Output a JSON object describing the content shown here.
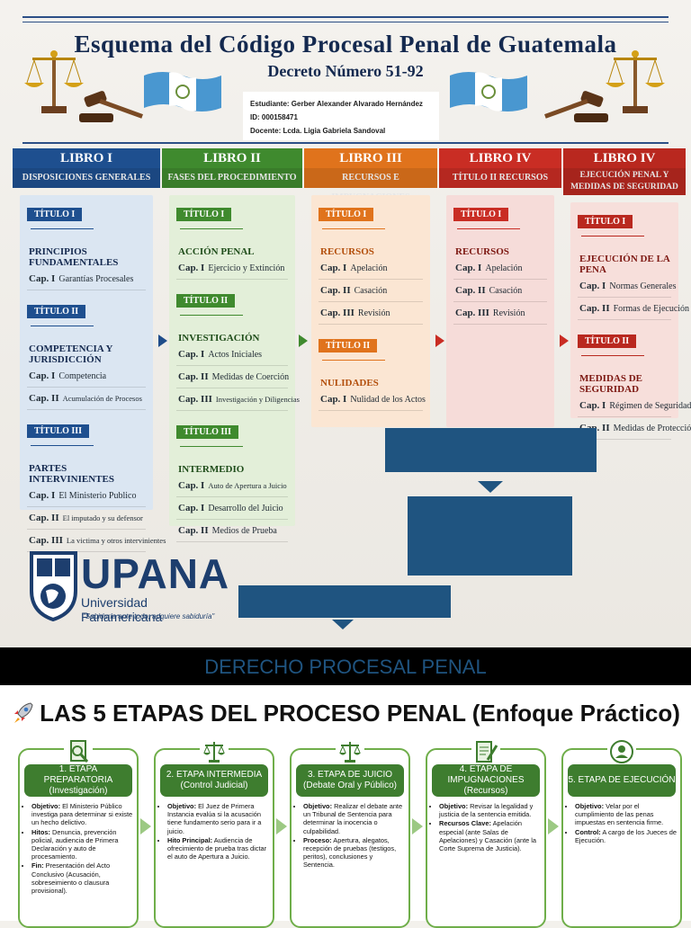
{
  "header": {
    "title": "Esquema del Código Procesal Penal de Guatemala",
    "subtitle": "Decreto Número 51-92",
    "student_line": "Estudiante: Gerber Alexander Alvarado Hernández",
    "id_line": "ID: 000158471",
    "teacher_line": "Docente: Lcda. Ligia Gabriela Sandoval"
  },
  "colors": {
    "libro1": "#1e4f8f",
    "libro2": "#3f8a2e",
    "libro3": "#e0731c",
    "libro4a": "#c92d24",
    "libro4b": "#b9281f",
    "navy": "#14294f",
    "stage_green": "#3e7d2f",
    "box_blue": "#1f5480"
  },
  "libros": [
    {
      "label": "LIBRO I",
      "subtitle": "DISPOSICIONES GENERALES",
      "titulos": [
        {
          "label": "TÍTULO I",
          "name": "PRINCIPIOS FUNDAMENTALES",
          "caps": [
            [
              "Cap. I",
              "Garantías Procesales"
            ]
          ]
        },
        {
          "label": "TÍTULO II",
          "name": "COMPETENCIA Y JURISDICCIÓN",
          "caps": [
            [
              "Cap. I",
              "Competencia"
            ],
            [
              "Cap. II",
              "Acumulación de Procesos"
            ]
          ]
        },
        {
          "label": "TÍTULO III",
          "name": "PARTES INTERVINIENTES",
          "caps": [
            [
              "Cap. I",
              "El Ministerio Publico"
            ],
            [
              "Cap. II",
              "El imputado y su defensor"
            ],
            [
              "Cap. III",
              "La victima y otros intervinientes"
            ]
          ]
        }
      ]
    },
    {
      "label": "LIBRO II",
      "subtitle": "FASES DEL PROCEDIMIENTO",
      "titulos": [
        {
          "label": "TÍTULO I",
          "name": "ACCIÓN PENAL",
          "caps": [
            [
              "Cap. I",
              "Ejercicio y Extinción"
            ]
          ]
        },
        {
          "label": "TÍTULO II",
          "name": "INVESTIGACIÓN",
          "caps": [
            [
              "Cap. I",
              "Actos Iniciales"
            ],
            [
              "Cap. II",
              "Medidas de Coerción"
            ],
            [
              "Cap. III",
              "Investigación y Diligencias"
            ]
          ]
        },
        {
          "label": "TÍTULO III",
          "name": "INTERMEDIO",
          "caps": [
            [
              "Cap. I",
              "Auto de Apertura a Juicio"
            ],
            [
              "Cap. I",
              "Desarrollo del Juicio"
            ],
            [
              "Cap. II",
              "Medios de Prueba"
            ]
          ]
        }
      ]
    },
    {
      "label": "LIBRO III",
      "subtitle": "RECURSOS E IMPUGNACIONES",
      "titulos": [
        {
          "label": "TÍTULO I",
          "name": "RECURSOS",
          "caps": [
            [
              "Cap. I",
              "Apelación"
            ],
            [
              "Cap. II",
              "Casación"
            ],
            [
              "Cap. III",
              "Revisión"
            ]
          ]
        },
        {
          "label": "TÍTULO II",
          "name": "NULIDADES",
          "caps": [
            [
              "Cap. I",
              "Nulidad de los Actos"
            ]
          ]
        }
      ]
    },
    {
      "label": "LIBRO IV",
      "subtitle": "TÍTULO II RECURSOS",
      "titulos": [
        {
          "label": "TÍTULO I",
          "name": "RECURSOS",
          "caps": [
            [
              "Cap. I",
              "Apelación"
            ],
            [
              "Cap. II",
              "Casación"
            ],
            [
              "Cap. III",
              "Revisión"
            ]
          ]
        }
      ]
    },
    {
      "label": "LIBRO IV",
      "subtitle": "EJECUCIÓN PENAL Y MEDIDAS DE SEGURIDAD",
      "titulos": [
        {
          "label": "TÍTULO I",
          "name": "EJECUCIÓN DE LA PENA",
          "caps": [
            [
              "Cap. I",
              "Normas Generales"
            ],
            [
              "Cap. II",
              "Formas de Ejecución"
            ]
          ]
        },
        {
          "label": "TÍTULO II",
          "name": "MEDIDAS DE SEGURIDAD",
          "caps": [
            [
              "Cap. I",
              "Régimen de Seguridad"
            ],
            [
              "Cap. II",
              "Medidas de Protección"
            ]
          ]
        }
      ]
    }
  ],
  "upana": {
    "name": "UPANA",
    "university": "Universidad Panamericana",
    "motto": "\"Sabiduría ante todo; adquiere sabiduría\""
  },
  "band_title": "DERECHO PROCESAL PENAL",
  "stages_title": "LAS 5 ETAPAS DEL PROCESO PENAL (Enfoque Práctico)",
  "stages": [
    {
      "icon": "magnifier-document-icon",
      "head1": "1. ETAPA PREPARATORIA",
      "head2": "(Investigación)",
      "items": [
        [
          "Objetivo:",
          "El Ministerio Público investiga para determinar si existe un hecho delictivo."
        ],
        [
          "Hitos:",
          "Denuncia, prevención policial, audiencia de Primera Declaración y auto de procesamiento."
        ],
        [
          "Fin:",
          "Presentación del Acto Conclusivo (Acusación, sobreseimiento o clausura provisional)."
        ]
      ]
    },
    {
      "icon": "scales-icon",
      "head1": "2. ETAPA INTERMEDIA",
      "head2": "(Control Judicial)",
      "items": [
        [
          "Objetivo:",
          "El Juez de Primera Instancia evalúa si la acusación tiene fundamento serio para ir a juicio."
        ],
        [
          "Hito Principal:",
          "Audiencia de ofrecimiento de prueba tras dictar el auto de Apertura a Juicio."
        ]
      ]
    },
    {
      "icon": "scales-icon",
      "head1": "3. ETAPA DE JUICIO",
      "head2": "(Debate Oral y Público)",
      "items": [
        [
          "Objetivo:",
          "Realizar el debate ante un Tribunal de Sentencia para determinar la inocencia o culpabilidad."
        ],
        [
          "Proceso:",
          "Apertura, alegatos, recepción de pruebas (testigos, peritos), conclusiones y Sentencia."
        ]
      ]
    },
    {
      "icon": "document-pen-icon",
      "head1": "4. ETAPA DE IMPUGNACIONES",
      "head2": "(Recursos)",
      "items": [
        [
          "Objetivo:",
          "Revisar la legalidad y justicia de la sentencia emitida."
        ],
        [
          "Recursos Clave:",
          "Apelación especial (ante Salas de Apelaciones) y Casación (ante la Corte Suprema de Justicia)."
        ]
      ]
    },
    {
      "icon": "person-badge-icon",
      "head1": "5. ETAPA DE EJECUCIÓN",
      "head2": "",
      "items": [
        [
          "Objetivo:",
          "Velar por el cumplimiento de las penas impuestas en sentencia firme."
        ],
        [
          "Control:",
          "A cargo de los Jueces de Ejecución."
        ]
      ]
    }
  ]
}
